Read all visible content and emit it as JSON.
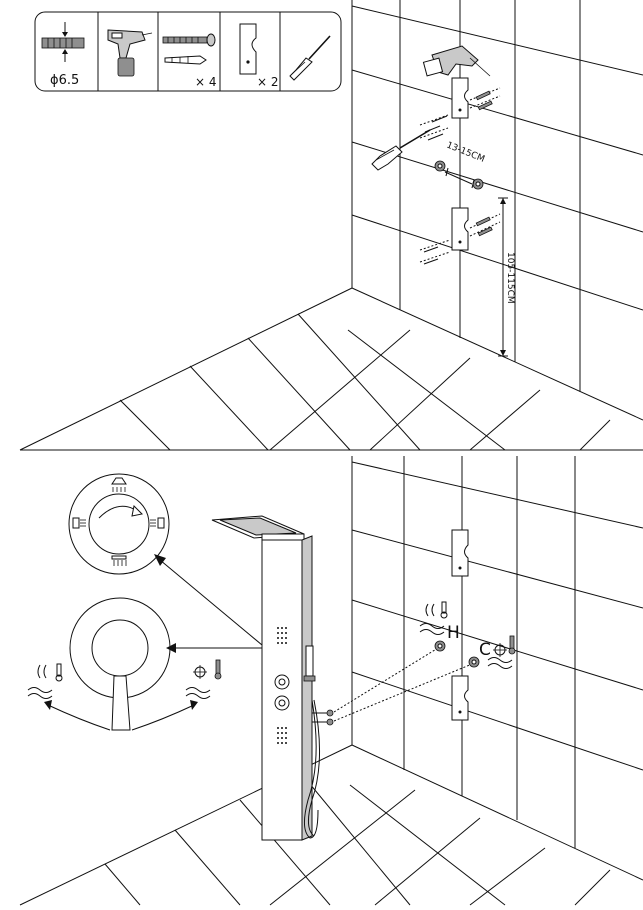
{
  "kit": {
    "drill_bit_label": "ϕ6.5",
    "screws_qty": "× 4",
    "bracket_qty": "× 2"
  },
  "dimensions": {
    "bracket_spacing": "13-15CM",
    "height_from_floor": "105-115CM"
  },
  "valves": {
    "hot_label": "H",
    "cold_label": "C"
  }
}
